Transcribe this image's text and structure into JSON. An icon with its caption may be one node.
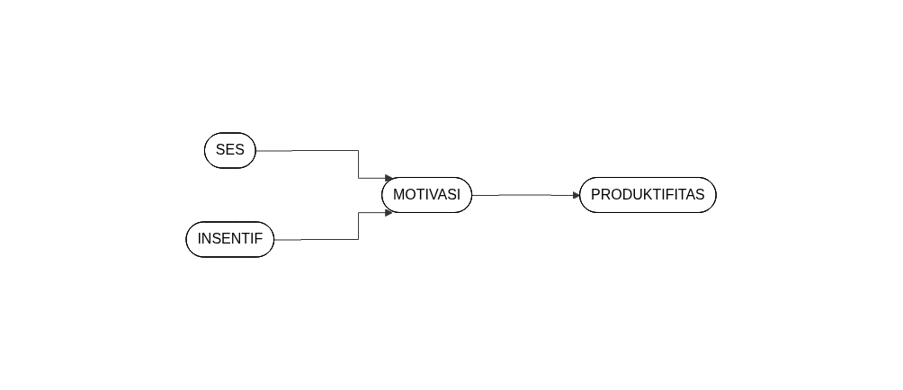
{
  "diagram": {
    "nodes": [
      {
        "text": [
          "SES"
        ]
      },
      {
        "text": [
          "MOTIVASI"
        ]
      },
      {
        "text": [
          "PRODUKTIFITAS"
        ]
      },
      {
        "text": [
          "INSENTIF"
        ]
      }
    ],
    "edges": [
      {
        "from": 0,
        "to": 1,
        "arrow": "to"
      },
      {
        "from": 3,
        "to": 1,
        "arrow": "to"
      },
      {
        "from": 1,
        "to": 2,
        "arrow": "to"
      }
    ]
  }
}
